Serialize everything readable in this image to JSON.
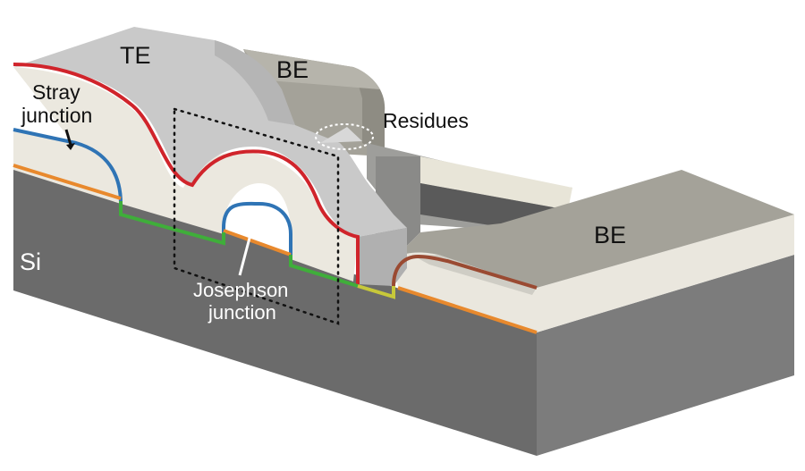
{
  "labels": {
    "te": "TE",
    "be_back": "BE",
    "be_front": "BE",
    "residues": "Residues",
    "stray_line1": "Stray",
    "stray_line2": "junction",
    "si": "Si",
    "josephson_line1": "Josephson",
    "josephson_line2": "junction"
  },
  "colors": {
    "substrate_top": "#a4a4a1",
    "substrate_front": "#6b6b6b",
    "substrate_right": "#7b7b7b",
    "oxide_layer": "#ebe8df",
    "te_metal": "#c9c9c9",
    "te_metal_dark": "#adadad",
    "be_metal": "#a4a299",
    "be_metal_dark": "#8e8c83",
    "red_line": "#d0242b",
    "blue_line": "#2f74b5",
    "orange_line": "#e8892d",
    "green_line": "#3fae3a",
    "yellow_line": "#c7c83a",
    "brown_line": "#9a4a32"
  }
}
